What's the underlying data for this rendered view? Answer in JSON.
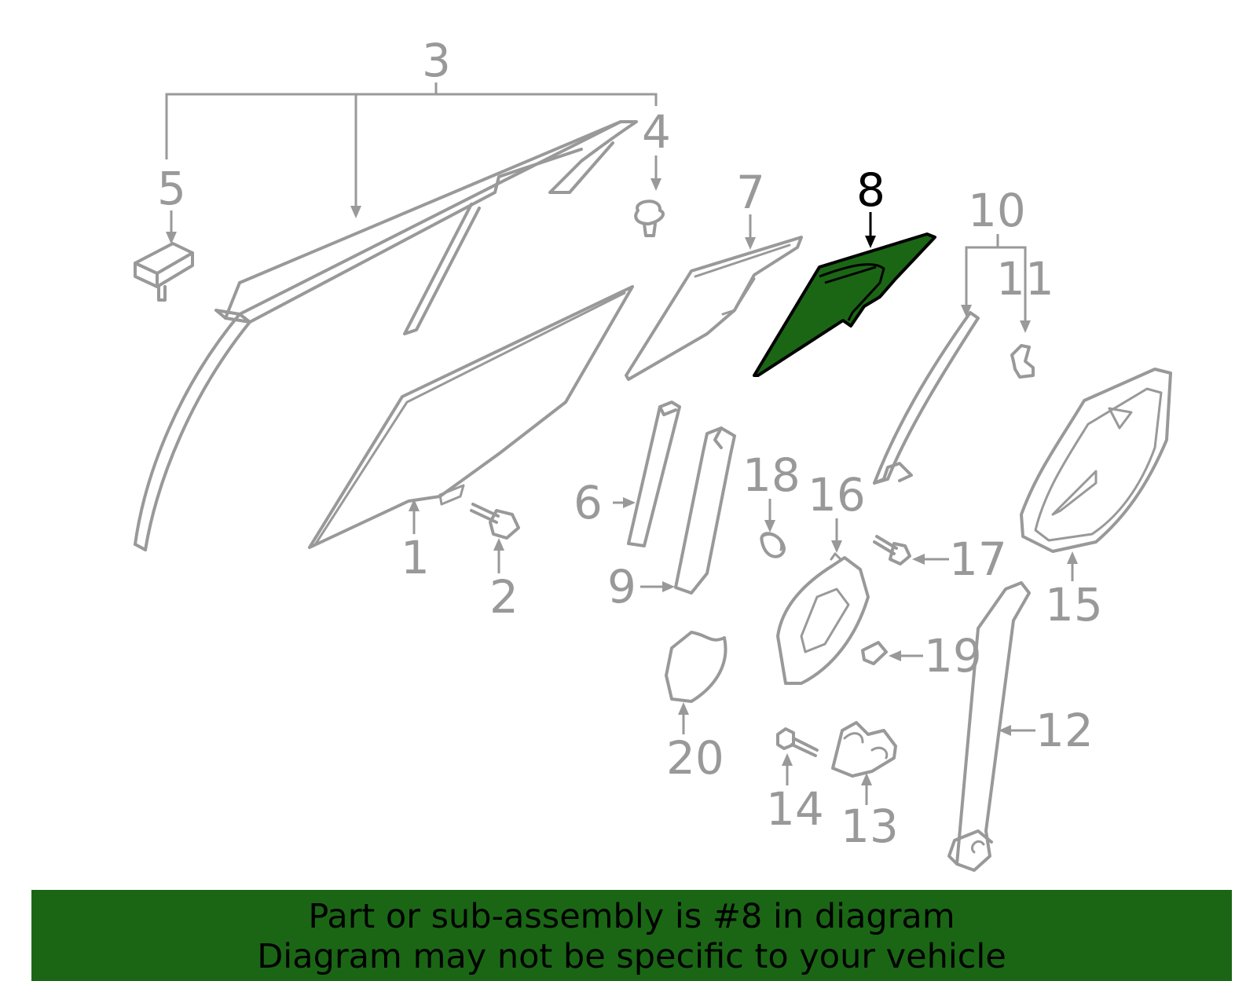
{
  "diagram": {
    "highlighted_part": "8",
    "highlight_color": "#1a6615",
    "part_line_color": "#999999",
    "callouts": {
      "c1": "1",
      "c2": "2",
      "c3": "3",
      "c4": "4",
      "c5": "5",
      "c6": "6",
      "c7": "7",
      "c8": "8",
      "c9": "9",
      "c10": "10",
      "c11": "11",
      "c12": "12",
      "c13": "13",
      "c14": "14",
      "c15": "15",
      "c16": "16",
      "c17": "17",
      "c18": "18",
      "c19": "19",
      "c20": "20"
    }
  },
  "banner": {
    "line1": "Part or sub-assembly is #8 in diagram",
    "line2": "Diagram may not be specific to your vehicle",
    "background": "#1a6615"
  }
}
